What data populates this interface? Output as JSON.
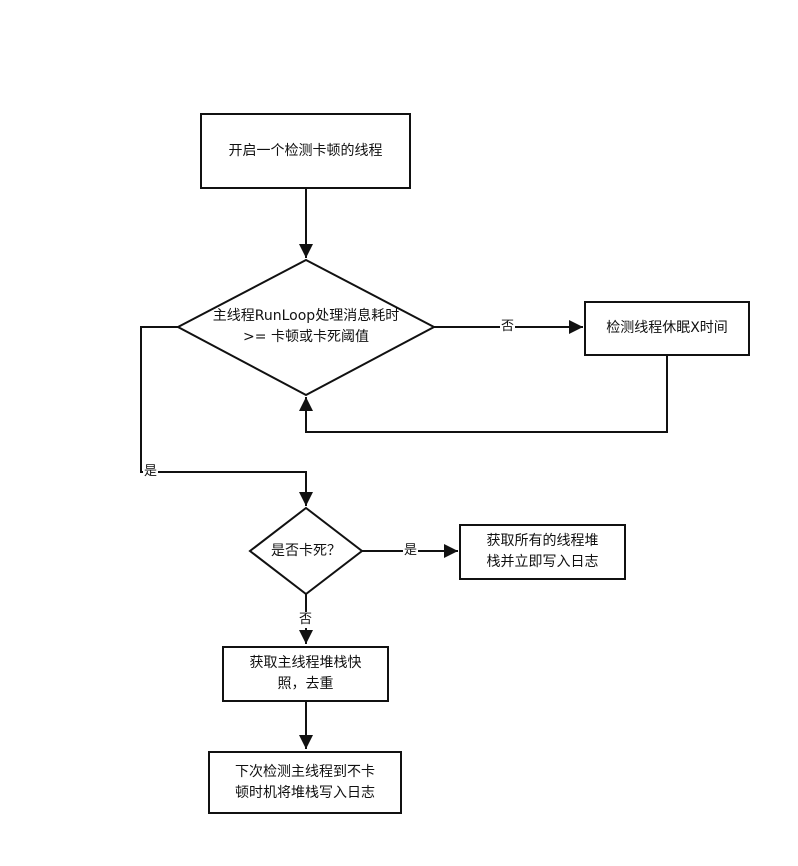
{
  "nodes": {
    "start": [
      "开启一个检测卡顿的线程"
    ],
    "check_runloop": [
      "主线程RunLoop处理消息耗时",
      ">= 卡顿或卡死阈值"
    ],
    "sleep": [
      "检测线程休眠X时间"
    ],
    "is_dead": [
      "是否卡死？"
    ],
    "dump_all": [
      "获取所有的线程堆",
      "栈并立即写入日志"
    ],
    "snapshot": [
      "获取主线程堆栈快",
      "照，去重"
    ],
    "next_write": [
      "下次检测主线程到不卡",
      "顿时机将堆栈写入日志"
    ]
  },
  "edge_labels": {
    "no_to_sleep": "否",
    "yes_to_check_dead": "是",
    "yes_dead": "是",
    "no_dead": "否"
  },
  "colors": {
    "stroke": "#111111",
    "background": "#ffffff"
  }
}
